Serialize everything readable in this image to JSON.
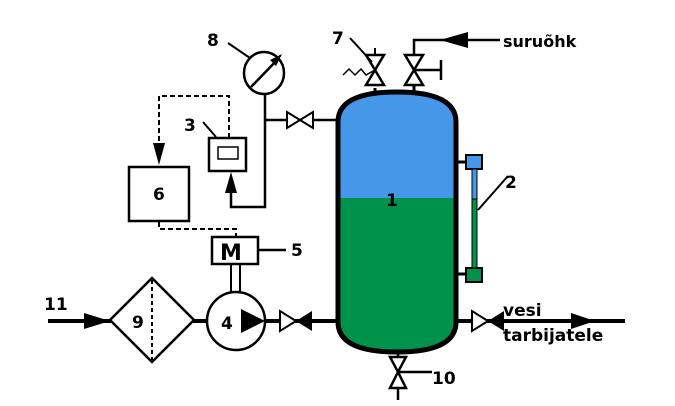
{
  "labels": {
    "tank": "1",
    "level_gauge": "2",
    "pressure_switch": "3",
    "pump": "4",
    "motor": "5",
    "controller": "6",
    "safety_valve": "7",
    "manometer": "8",
    "filter": "9",
    "drain_valve": "10",
    "inlet": "11",
    "motor_symbol": "M",
    "air_inlet": "suruõhk",
    "outlet_line1": "vesi",
    "outlet_line2": "tarbijatele"
  },
  "colors": {
    "air": "#4697e8",
    "water": "#00924a",
    "line": "#000000"
  }
}
